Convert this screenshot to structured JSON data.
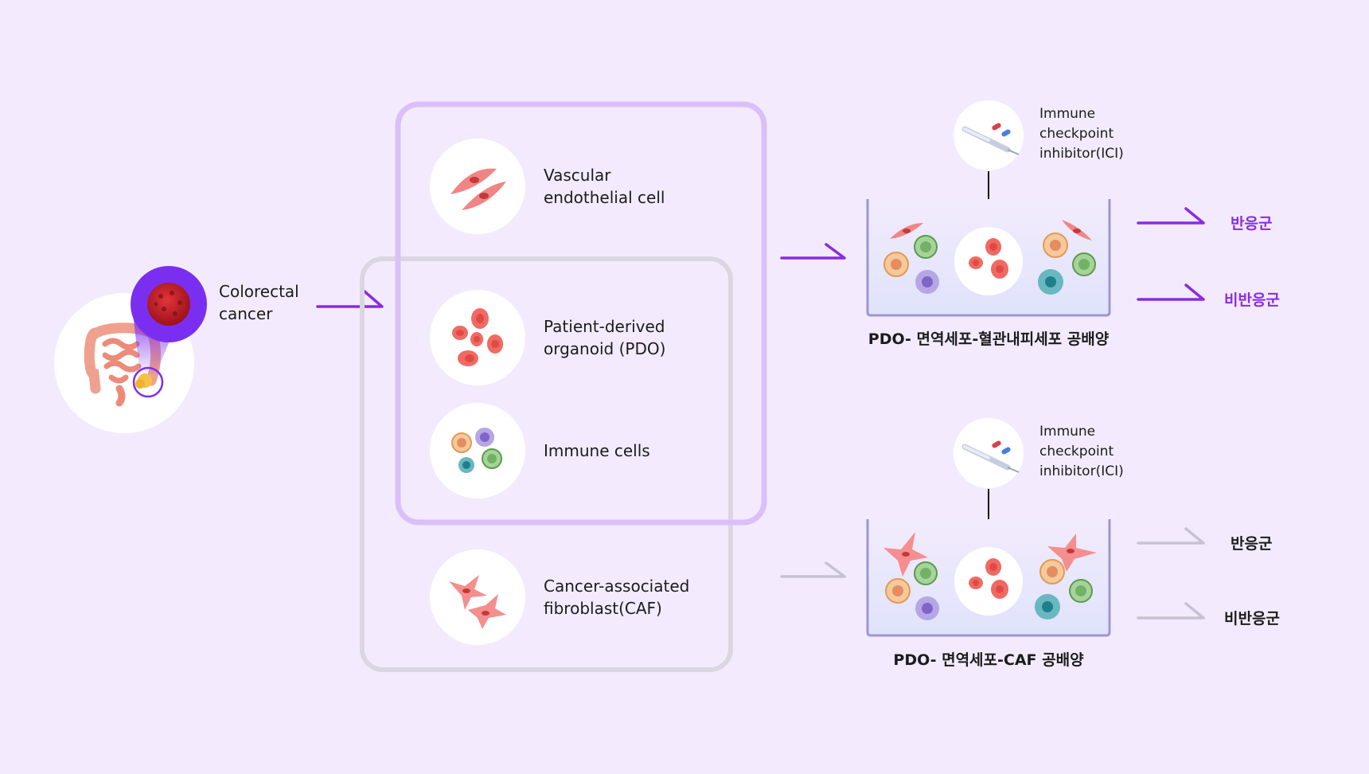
{
  "source": {
    "label": "Colorectal\ncancer"
  },
  "cell_types": {
    "vascular": "Vascular\nendothelial cell",
    "pdo": "Patient-derived\norganoid (PDO)",
    "immune": "Immune cells",
    "caf": "Cancer-associated\nfibroblast(CAF)"
  },
  "treatments": [
    {
      "drug_label": "Immune\ncheckpoint\ninhibitor(ICI)",
      "culture_label": "PDO- 면역세포-혈관내피세포 공배양",
      "outcomes": [
        "반응군",
        "비반응군"
      ]
    },
    {
      "drug_label": "Immune\ncheckpoint\ninhibitor(ICI)",
      "culture_label": "PDO- 면역세포-CAF 공배양",
      "outcomes": [
        "반응군",
        "비반응군"
      ]
    }
  ],
  "colors": {
    "background": "#f3ebfd",
    "accent_purple": "#8a2be2",
    "muted_gray": "#b9b3c6",
    "outcome_active": "#8a2be2",
    "outcome_inactive": "#1c1c1c",
    "box_purple": "#dbbff9",
    "box_gray": "#dcd6e3",
    "tumor_red": "#c81e2a",
    "organoid_red": "#f06a63"
  },
  "icons": {
    "source": "intestine-icon",
    "tumor": "tumor-icon",
    "vascular": "endothelial-cell-icon",
    "pdo": "organoid-icon",
    "immune": "immune-cells-icon",
    "caf": "fibroblast-icon",
    "syringe": "syringe-icon",
    "dish": "culture-dish-icon"
  }
}
